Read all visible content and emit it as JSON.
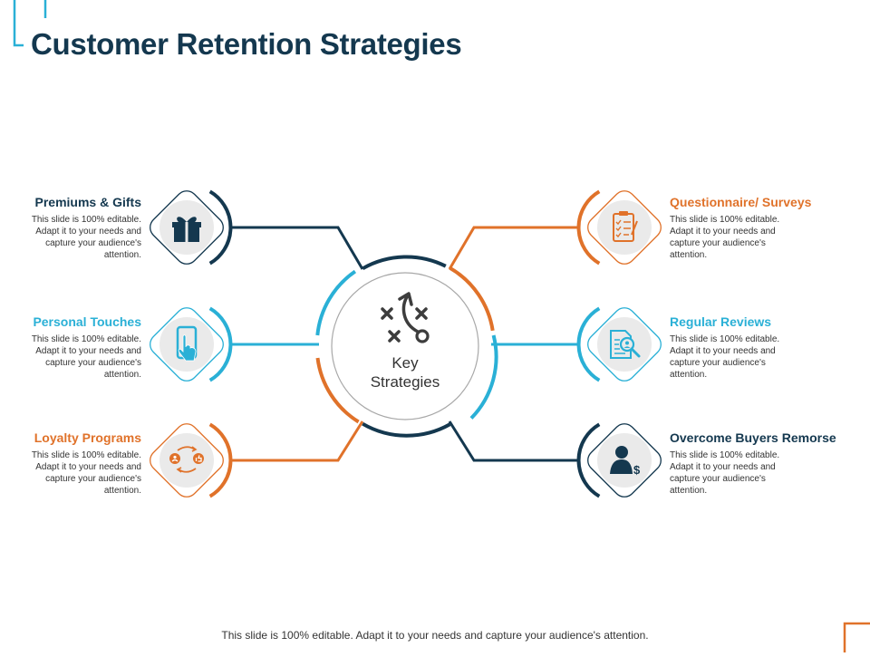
{
  "title": "Customer Retention Strategies",
  "center": {
    "line1": "Key",
    "line2": "Strategies"
  },
  "strategies": [
    {
      "title": "Premiums & Gifts",
      "desc": "This slide is 100% editable.  Adapt it to your needs and capture your audience's attention.",
      "icon": "gift-icon"
    },
    {
      "title": "Personal Touches",
      "desc": "This slide is 100% editable.  Adapt it to your needs and capture your audience's attention.",
      "icon": "smartphone-touch-icon"
    },
    {
      "title": "Loyalty Programs",
      "desc": "This slide is 100% editable.  Adapt it to your needs and capture your audience's attention.",
      "icon": "loyalty-exchange-icon"
    },
    {
      "title": "Questionnaire/ Surveys",
      "desc": "This slide is 100% editable.  Adapt it to your needs and capture your audience's attention.",
      "icon": "clipboard-checklist-icon"
    },
    {
      "title": "Regular Reviews",
      "desc": "This slide is 100% editable.  Adapt it to your needs and capture your audience's attention.",
      "icon": "document-search-icon"
    },
    {
      "title": "Overcome Buyers Remorse",
      "desc": "This slide is 100% editable.  Adapt it to your needs and capture your audience's attention.",
      "icon": "person-dollar-icon"
    }
  ],
  "footer": "This slide is 100% editable. Adapt it to your needs and capture your audience's attention.",
  "colors": {
    "navy": "#14384f",
    "teal": "#2ab0d6",
    "orange": "#e0722a",
    "iconBg": "#eaeaea"
  }
}
